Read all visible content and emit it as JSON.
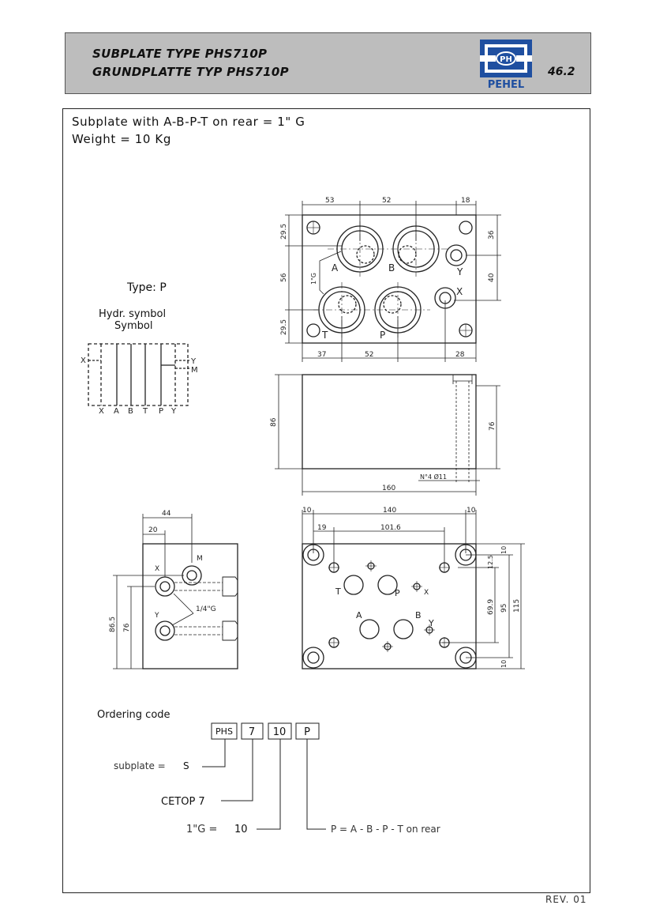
{
  "header": {
    "title_en": "SUBPLATE TYPE PHS710P",
    "title_de": "GRUNDPLATTE TYP PHS710P",
    "logo_mark": "PH",
    "logo_name": "PEHEL",
    "page_number": "46.2"
  },
  "intro": {
    "line1": "Subplate  with A-B-P-T on rear = 1\" G",
    "line2": "Weight = 10 Kg"
  },
  "symbol": {
    "type_label": "Type: P",
    "hydr_label": "Hydr. symbol",
    "symbol_label": "Symbol",
    "ports": [
      "X",
      "A",
      "B",
      "T",
      "P",
      "Y"
    ],
    "port_x": "X",
    "port_y": "Y",
    "port_m": "M"
  },
  "top_view": {
    "dims": {
      "d53": "53",
      "d52": "52",
      "d18": "18",
      "d29a": "29.5",
      "d56": "56",
      "d29b": "29.5",
      "d36": "36",
      "d40": "40",
      "d37": "37",
      "d52b": "52",
      "d28": "28",
      "thread": "1\"G"
    },
    "labels": {
      "A": "A",
      "B": "B",
      "T": "T",
      "P": "P",
      "X": "X",
      "Y": "Y"
    }
  },
  "side_view": {
    "dims": {
      "d86": "86",
      "d76": "76",
      "d160": "160",
      "holes": "N°4  Ø11"
    }
  },
  "left_view": {
    "dims": {
      "d44": "44",
      "d20": "20",
      "d86": "86.5",
      "d76": "76",
      "thread": "1/4\"G"
    },
    "labels": {
      "X": "X",
      "M": "M",
      "Y": "Y"
    }
  },
  "bottom_view": {
    "dims": {
      "d10a": "10",
      "d140": "140",
      "d10b": "10",
      "d19": "19",
      "d101": "101.6",
      "d10c": "10",
      "d125": "12.5",
      "d699": "69.9",
      "d95": "95",
      "d115": "115",
      "d10d": "10"
    },
    "labels": {
      "T": "T",
      "P": "P",
      "X": "X",
      "A": "A",
      "B": "B",
      "Y": "Y"
    }
  },
  "ordering": {
    "title": "Ordering code",
    "boxes": [
      "PHS",
      "7",
      "10",
      "P"
    ],
    "subplate_label": "subplate =",
    "subplate_value": "S",
    "cetop": "CETOP 7",
    "size_label": "1\"G =",
    "size_value": "10",
    "option": "P = A - B - P - T on rear"
  },
  "footer": {
    "revision": "REV. 01"
  }
}
